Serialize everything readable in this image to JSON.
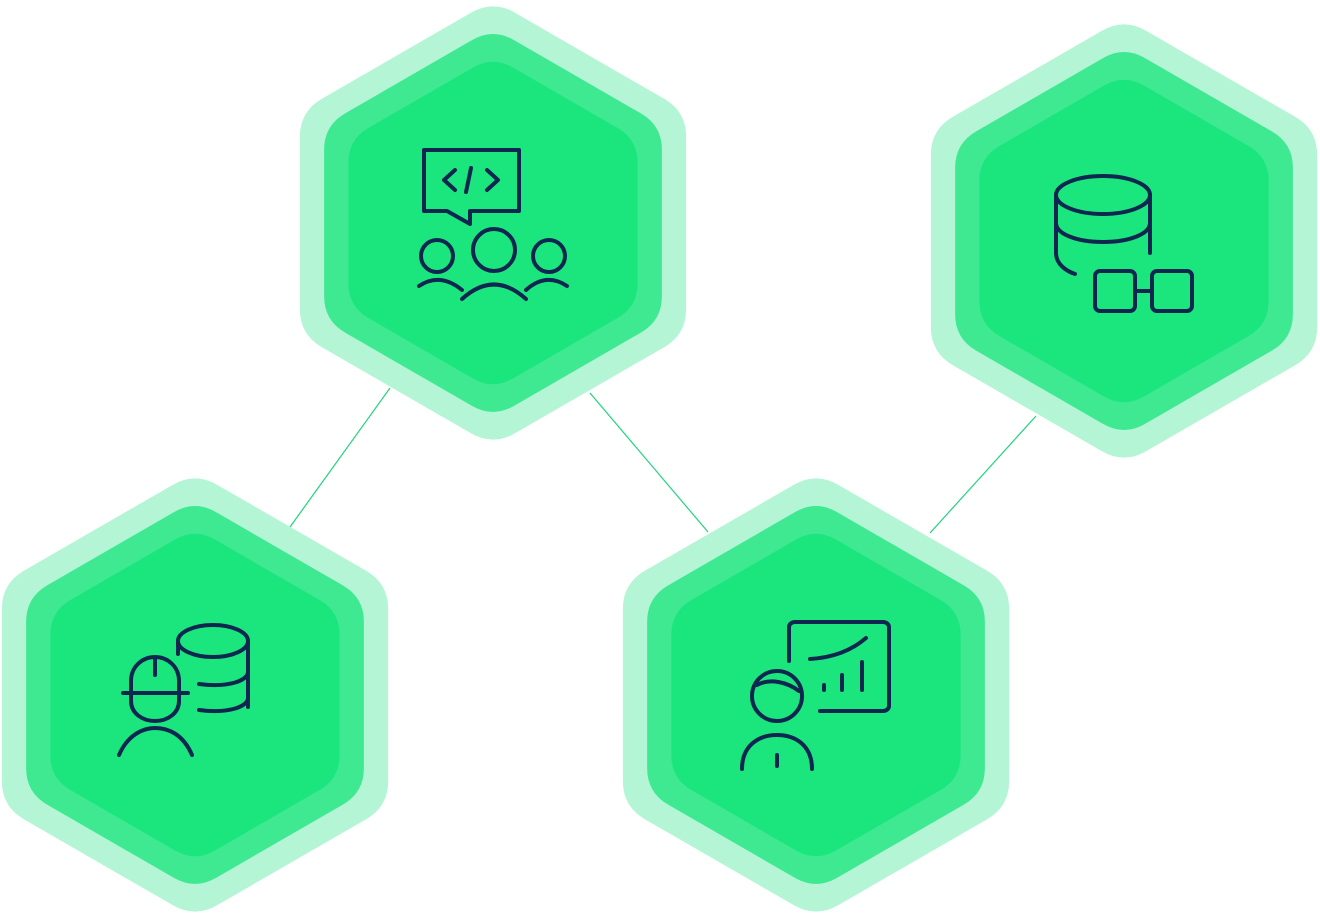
{
  "colors": {
    "background": "#ffffff",
    "hex_outer": "#b3f5d5",
    "hex_middle": "#3fe992",
    "hex_inner": "#1be67e",
    "connector": "#1fd47d",
    "icon_stroke": "#0f2650"
  },
  "nodes": [
    {
      "id": "dev-team",
      "icon": "developer-team-code-chat-icon"
    },
    {
      "id": "data-pipeline",
      "icon": "database-linked-blocks-icon"
    },
    {
      "id": "data-engineer",
      "icon": "engineer-hardhat-database-icon"
    },
    {
      "id": "data-analyst",
      "icon": "analyst-presentation-chart-icon"
    }
  ],
  "edges": [
    {
      "from": "dev-team",
      "to": "data-engineer"
    },
    {
      "from": "dev-team",
      "to": "data-analyst"
    },
    {
      "from": "data-pipeline",
      "to": "data-analyst"
    }
  ]
}
